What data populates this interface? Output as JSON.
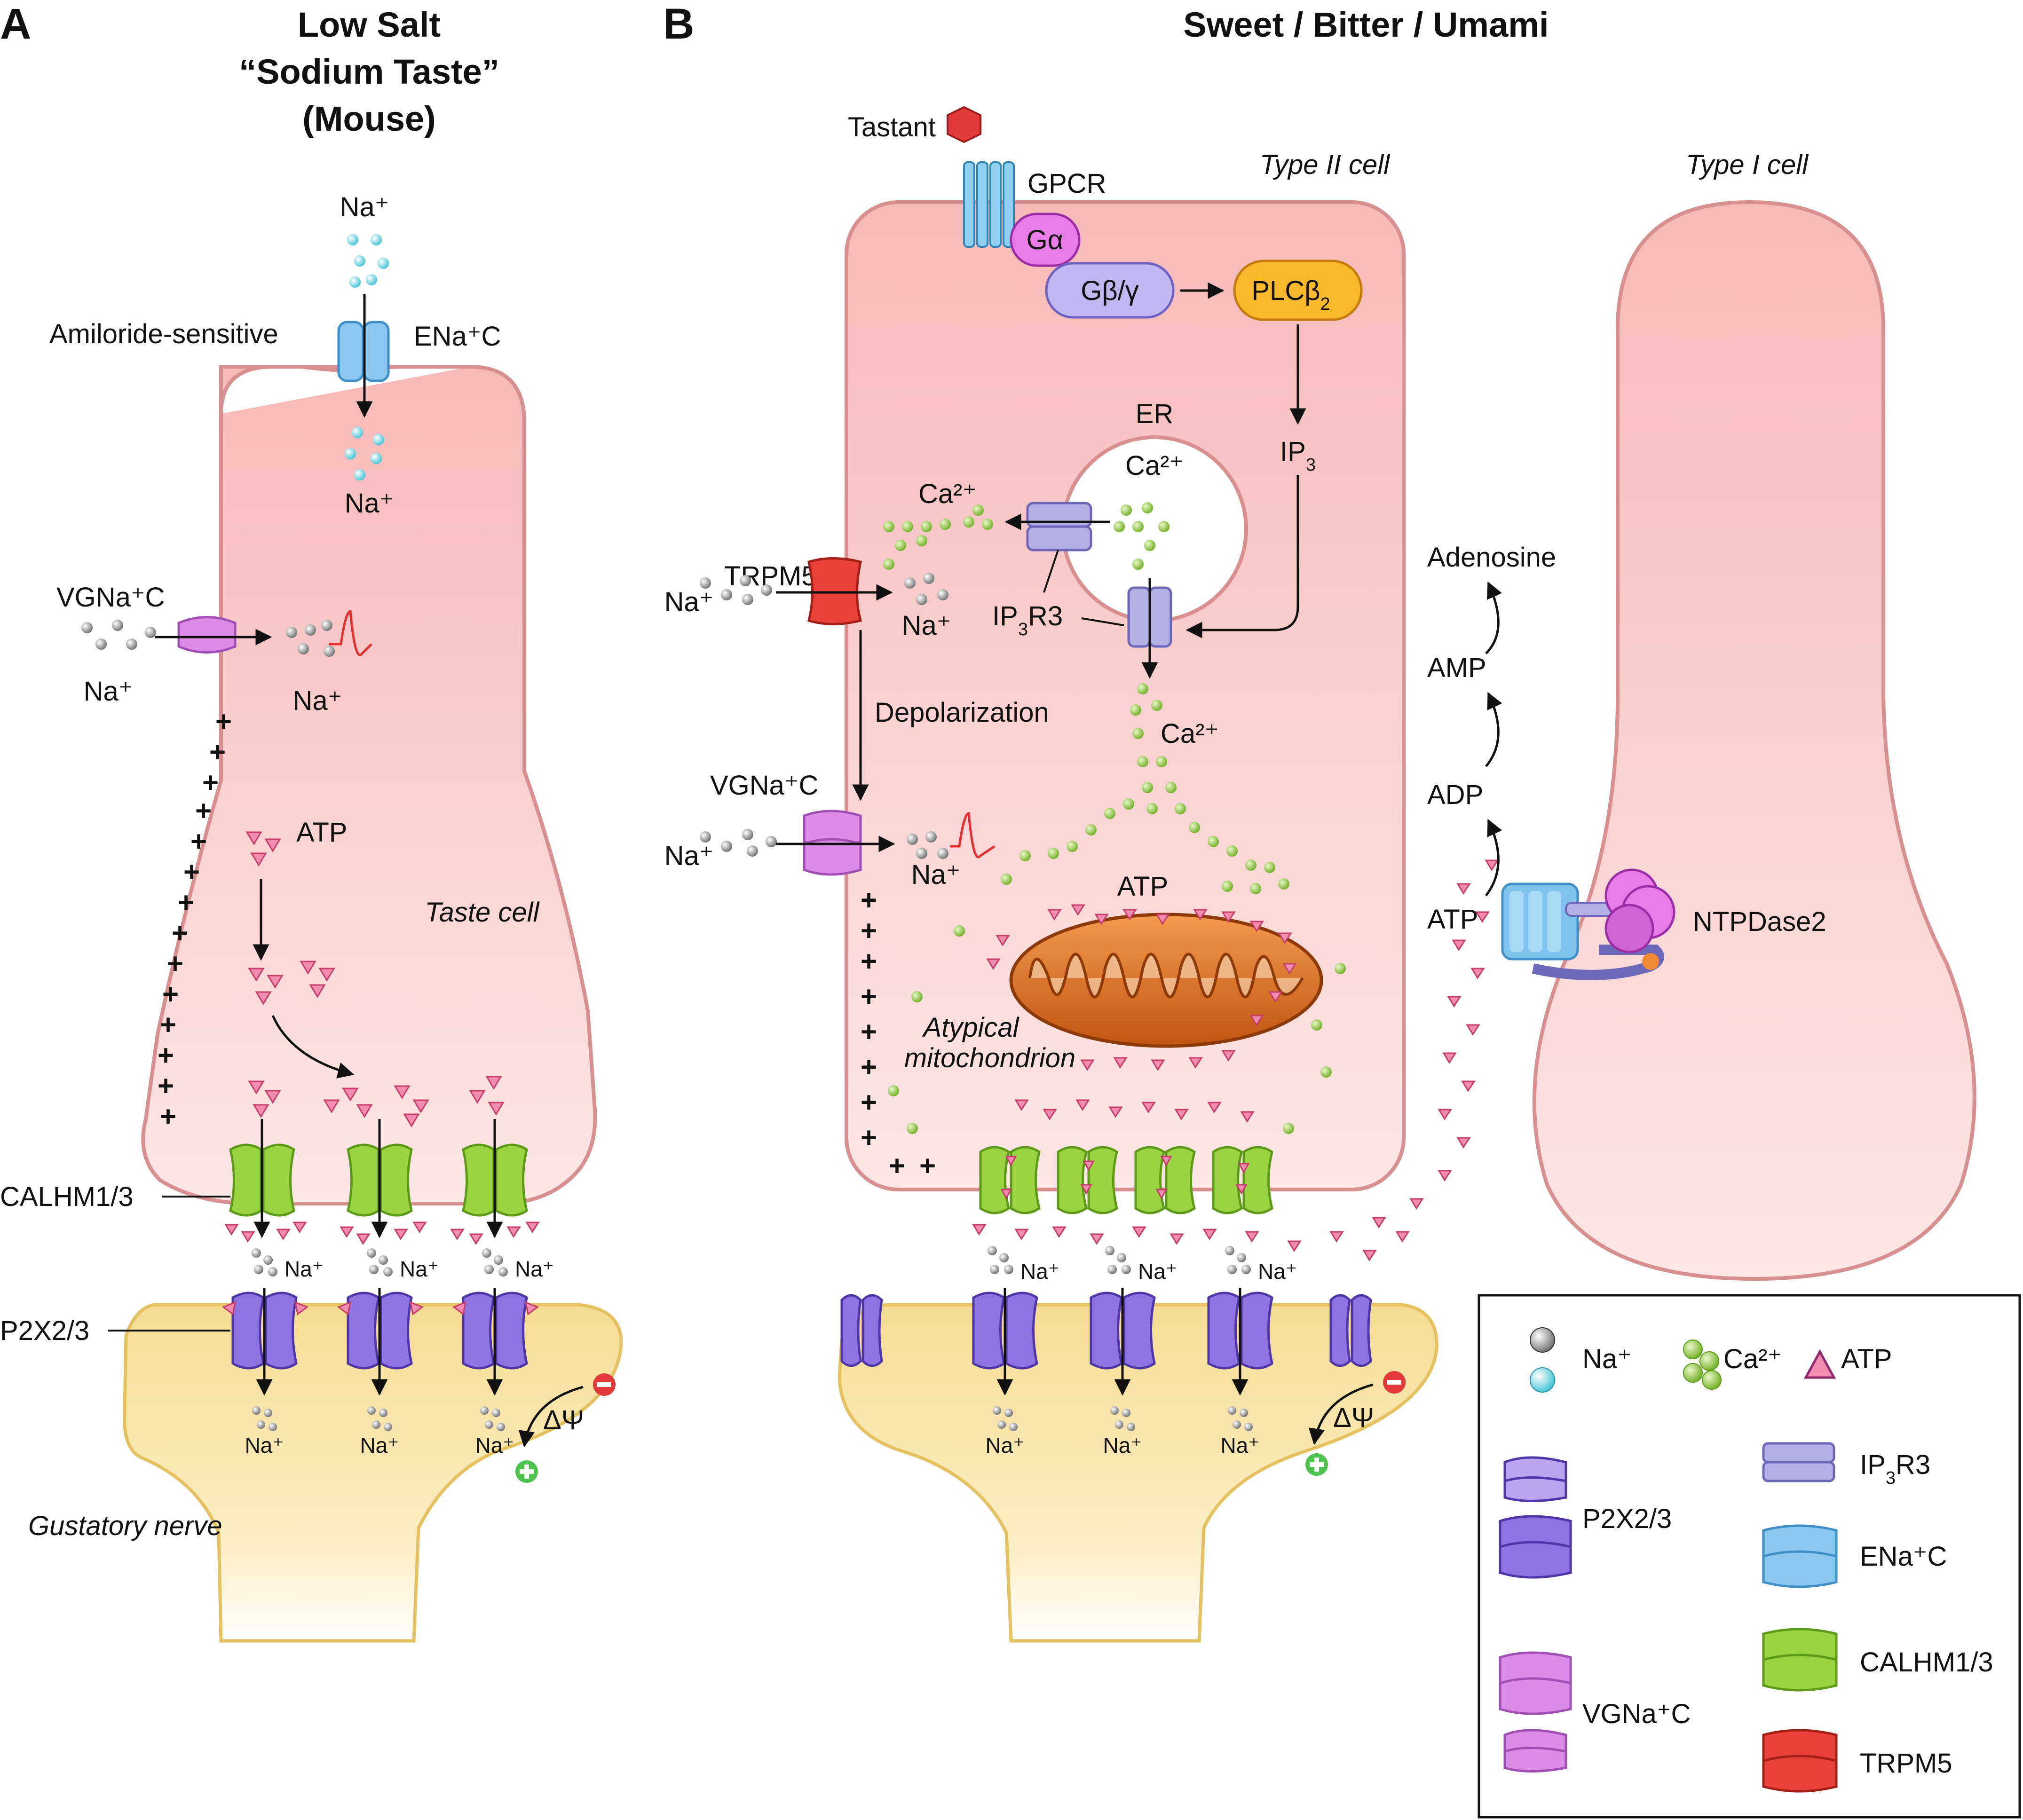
{
  "panel_a": {
    "letter": "A",
    "title_lines": [
      "Low Salt",
      "“Sodium Taste”",
      "(Mouse)"
    ],
    "na_top": "Na⁺",
    "na_inside": "Na⁺",
    "amiloride": "Amiloride-sensitive",
    "enac": "ENa⁺C",
    "vgnac": "VGNa⁺C",
    "na_left": "Na⁺",
    "na_right": "Na⁺",
    "atp": "ATP",
    "taste_cell": "Taste cell",
    "calhm": "CALHM1/3",
    "p2x": "P2X2/3",
    "na_pore": "Na⁺",
    "na_nerve": "Na⁺",
    "delta_psi": "ΔΨ",
    "gustatory": "Gustatory nerve"
  },
  "panel_b": {
    "letter": "B",
    "title": "Sweet / Bitter / Umami",
    "tastant": "Tastant",
    "gpcr": "GPCR",
    "type2": "Type II cell",
    "type1": "Type I cell",
    "galpha": "Gα",
    "gbg": "Gβ/γ",
    "plc": "PLCβ",
    "plc_sub": "2",
    "er": "ER",
    "ca_er": "Ca²⁺",
    "ip3": "IP",
    "ip3_sub": "3",
    "ca_cyto": "Ca²⁺",
    "trpm5": "TRPM5",
    "na_left1": "Na⁺",
    "na_right1": "Na⁺",
    "ip3r3": "IP",
    "ip3r3_sub": "3",
    "ip3r3_rest": "R3",
    "depolarization": "Depolarization",
    "ca_lower": "Ca²⁺",
    "vgnac": "VGNa⁺C",
    "na_left2": "Na⁺",
    "na_right2": "Na⁺",
    "atp_mito": "ATP",
    "mito": [
      "Atypical",
      "mitochondrion"
    ],
    "adenosine": "Adenosine",
    "amp": "AMP",
    "adp": "ADP",
    "atp_chain": "ATP",
    "ntpdase": "NTPDase2",
    "na_pore": "Na⁺",
    "na_nerve": "Na⁺",
    "delta_psi": "ΔΨ"
  },
  "legend": {
    "na": "Na⁺",
    "ca": "Ca²⁺",
    "atp": "ATP",
    "p2x": "P2X2/3",
    "ip3r3": "IP",
    "ip3r3_sub": "3",
    "ip3r3_rest": "R3",
    "enac": "ENa⁺C",
    "vgnac": "VGNa⁺C",
    "calhm": "CALHM1/3",
    "trpm5": "TRPM5"
  },
  "colors": {
    "cell_fill": "#f9c6c6",
    "cell_stroke": "#d88f8f",
    "nerve_fill": "#f5df9a",
    "ca_green": "#8cc63f",
    "atp_pink": "#ef7ba0",
    "p2x_purple": "#7b5fd6",
    "vgnac_pink": "#d986e6",
    "calhm_green": "#9bd442",
    "trpm5_red": "#e8403a",
    "enac_blue": "#7ec3ec",
    "ip3r3_lilac": "#b3b0e6",
    "mito_orange": "#e8772a"
  }
}
